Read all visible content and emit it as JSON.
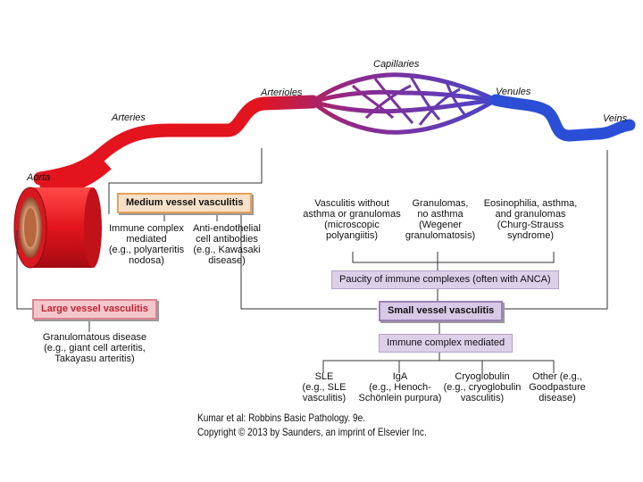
{
  "vessels": {
    "capillaries": "Capillaries",
    "arterioles": "Arterioles",
    "venules": "Venules",
    "arteries": "Arteries",
    "veins": "Veins",
    "aorta": "Aorta"
  },
  "boxes": {
    "medium": "Medium vessel vasculitis",
    "large": "Large vessel vasculitis",
    "small": "Small vessel vasculitis",
    "paucity": "Paucity of immune complexes (often with ANCA)",
    "immune_mediated": "Immune complex mediated"
  },
  "medium_items": [
    [
      "Immune complex",
      "mediated",
      "(e.g., polyarteritis",
      "nodosa)"
    ],
    [
      "Anti-endothelial",
      "cell antibodies",
      "(e.g., Kawasaki",
      "disease)"
    ]
  ],
  "large_items": [
    [
      "Granulomatous disease",
      "(e.g., giant cell arteritis,",
      "Takayasu arteritis)"
    ]
  ],
  "pauci_items": [
    [
      "Vasculitis without",
      "asthma or granulomas",
      "(microscopic",
      "polyangiitis)"
    ],
    [
      "Granulomas,",
      "no asthma",
      "(Wegener",
      "granulomatosis)"
    ],
    [
      "Eosinophilia, asthma,",
      "and granulomas",
      "(Churg-Strauss",
      "syndrome)"
    ]
  ],
  "immune_items": [
    [
      "SLE",
      "(e.g., SLE",
      "vasculitis)"
    ],
    [
      "IgA",
      "(e.g., Henoch-",
      "Schönlein purpura)"
    ],
    [
      "Cryoglobulin",
      "(e.g., cryoglobulin",
      "vasculitis)"
    ],
    [
      "Other (e.g.,",
      "Goodpasture",
      "disease)"
    ]
  ],
  "credit": {
    "line1": "Kumar et al: Robbins Basic Pathology. 9e.",
    "line2": "Copyright © 2013  by Saunders, an imprint of Elsevier Inc."
  },
  "colors": {
    "artery": "#e3141d",
    "artery_dark": "#a30b12",
    "capillary": "#8d2a8c",
    "vein": "#2a4fd6",
    "connector": "#333333"
  }
}
